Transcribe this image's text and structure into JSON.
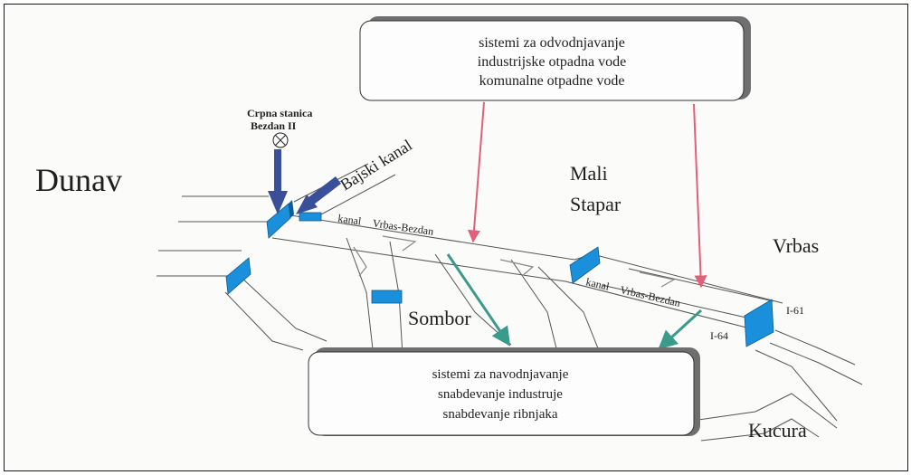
{
  "labels": {
    "dunav": "Dunav",
    "pump_station_line1": "Crpna stanica",
    "pump_station_line2": "Bezdan II",
    "bajski_kanal": "Bajski kanal",
    "canal_upper": "kanal Vrbas-Bezdan",
    "canal_lower": "kanal Vrbas-Bezdan",
    "mali": "Mali",
    "stapar": "Stapar",
    "vrbas": "Vrbas",
    "sombor": "Sombor",
    "kucura": "Kucura",
    "i61": "I-61",
    "i64": "I-64"
  },
  "top_box": {
    "lines": [
      "sistemi za odvodnjavanje",
      "industrijske otpadna vode",
      "komunalne otpadne vode"
    ]
  },
  "bottom_box": {
    "lines": [
      "sistemi za navodnjavanje",
      "snabdevanje industruje",
      "snabdevanje ribnjaka"
    ]
  },
  "colors": {
    "gate": "#1a8fdc",
    "drainage_arrow": "#e0607a",
    "irrigation_arrow": "#3a9a8c",
    "inflow_arrow": "#3a4f9a"
  }
}
